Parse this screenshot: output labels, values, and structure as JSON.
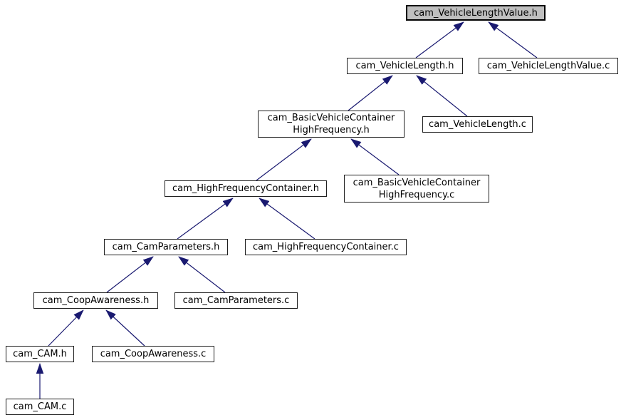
{
  "graph": {
    "type": "include-dependency-graph",
    "focus_node": "cam_VehicleLengthValue.h",
    "colors": {
      "edge": "#191970",
      "node_border": "#1f1f1f",
      "node_fill": "#ffffff",
      "focus_fill": "#bfbfbf",
      "focus_border": "#000000",
      "text": "#000000",
      "background": "#ffffff"
    },
    "nodes": [
      {
        "id": "cam_VehicleLengthValue.h",
        "lines": [
          "cam_VehicleLengthValue.h"
        ],
        "focus": true
      },
      {
        "id": "cam_VehicleLength.h",
        "lines": [
          "cam_VehicleLength.h"
        ],
        "focus": false
      },
      {
        "id": "cam_VehicleLengthValue.c",
        "lines": [
          "cam_VehicleLengthValue.c"
        ],
        "focus": false
      },
      {
        "id": "cam_BasicVehicleContainerHighFrequency.h",
        "lines": [
          "cam_BasicVehicleContainer",
          "HighFrequency.h"
        ],
        "focus": false
      },
      {
        "id": "cam_VehicleLength.c",
        "lines": [
          "cam_VehicleLength.c"
        ],
        "focus": false
      },
      {
        "id": "cam_HighFrequencyContainer.h",
        "lines": [
          "cam_HighFrequencyContainer.h"
        ],
        "focus": false
      },
      {
        "id": "cam_BasicVehicleContainerHighFrequency.c",
        "lines": [
          "cam_BasicVehicleContainer",
          "HighFrequency.c"
        ],
        "focus": false
      },
      {
        "id": "cam_CamParameters.h",
        "lines": [
          "cam_CamParameters.h"
        ],
        "focus": false
      },
      {
        "id": "cam_HighFrequencyContainer.c",
        "lines": [
          "cam_HighFrequencyContainer.c"
        ],
        "focus": false
      },
      {
        "id": "cam_CoopAwareness.h",
        "lines": [
          "cam_CoopAwareness.h"
        ],
        "focus": false
      },
      {
        "id": "cam_CamParameters.c",
        "lines": [
          "cam_CamParameters.c"
        ],
        "focus": false
      },
      {
        "id": "cam_CAM.h",
        "lines": [
          "cam_CAM.h"
        ],
        "focus": false
      },
      {
        "id": "cam_CoopAwareness.c",
        "lines": [
          "cam_CoopAwareness.c"
        ],
        "focus": false
      },
      {
        "id": "cam_CAM.c",
        "lines": [
          "cam_CAM.c"
        ],
        "focus": false
      }
    ],
    "edges": [
      {
        "from": "cam_VehicleLength.h",
        "to": "cam_VehicleLengthValue.h"
      },
      {
        "from": "cam_VehicleLengthValue.c",
        "to": "cam_VehicleLengthValue.h"
      },
      {
        "from": "cam_BasicVehicleContainerHighFrequency.h",
        "to": "cam_VehicleLength.h"
      },
      {
        "from": "cam_VehicleLength.c",
        "to": "cam_VehicleLength.h"
      },
      {
        "from": "cam_HighFrequencyContainer.h",
        "to": "cam_BasicVehicleContainerHighFrequency.h"
      },
      {
        "from": "cam_BasicVehicleContainerHighFrequency.c",
        "to": "cam_BasicVehicleContainerHighFrequency.h"
      },
      {
        "from": "cam_CamParameters.h",
        "to": "cam_HighFrequencyContainer.h"
      },
      {
        "from": "cam_HighFrequencyContainer.c",
        "to": "cam_HighFrequencyContainer.h"
      },
      {
        "from": "cam_CoopAwareness.h",
        "to": "cam_CamParameters.h"
      },
      {
        "from": "cam_CamParameters.c",
        "to": "cam_CamParameters.h"
      },
      {
        "from": "cam_CAM.h",
        "to": "cam_CoopAwareness.h"
      },
      {
        "from": "cam_CoopAwareness.c",
        "to": "cam_CoopAwareness.h"
      },
      {
        "from": "cam_CAM.c",
        "to": "cam_CAM.h"
      }
    ]
  }
}
